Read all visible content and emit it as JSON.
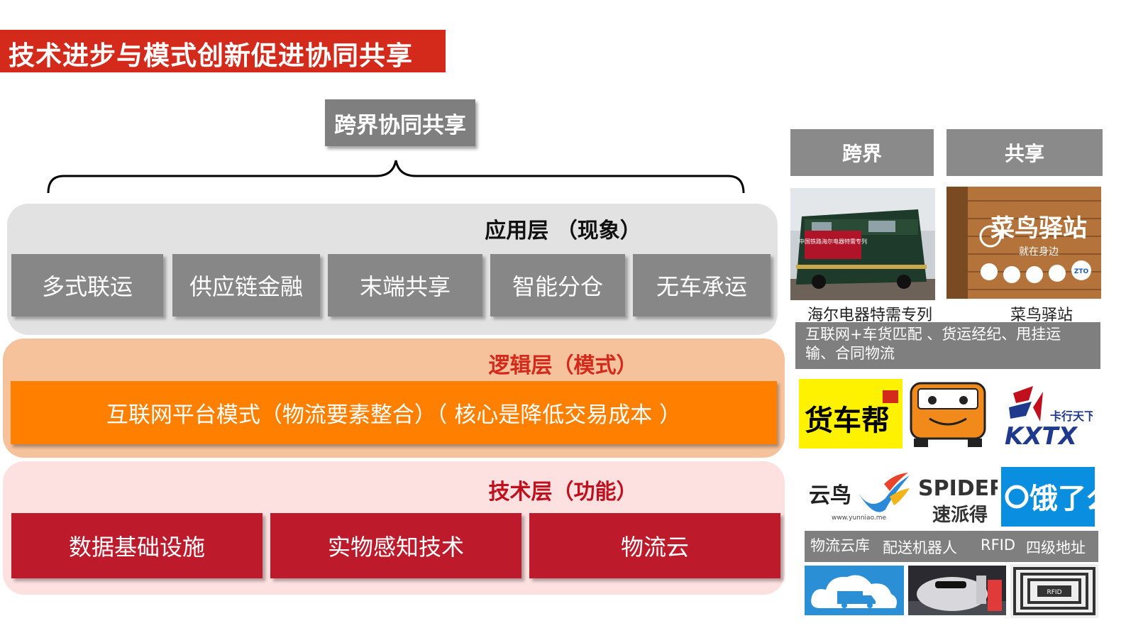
{
  "title": "技术进步与模式创新促进协同共享",
  "top_label": "跨界协同共享",
  "app_layer": {
    "title": "应用层 （现象）",
    "items": [
      "多式联运",
      "供应链金融",
      "末端共享",
      "智能分仓",
      "无车承运"
    ]
  },
  "logic_layer": {
    "title": "逻辑层（模式）",
    "bar": "互联网平台模式（物流要素整合）（  核心是降低交易成本  ）"
  },
  "tech_layer": {
    "title": "技术层（功能）",
    "items": [
      "数据基础设施",
      "实物感知技术",
      "物流云"
    ]
  },
  "right_panel": {
    "headers": [
      "跨界",
      "共享"
    ],
    "photo_texts": {
      "train_banner": "中国铁路海尔电器特需专列",
      "cainiao_sign": "菜鸟驿站",
      "cainiao_sub": "就在身边",
      "zto": "ZTO"
    },
    "captions": [
      "海尔电器特需专列",
      "菜鸟驿站"
    ],
    "desc_bar": "互联网+车货匹配 、货运经纪、甩挂运输、合同物流",
    "logos_row1": {
      "huochebang": "货车帮",
      "kxtx_cn": "卡行天下",
      "kxtx_en": "KXTX"
    },
    "logos_row2": {
      "yunniao": "云鸟",
      "yunniao_url": "www.yunniao.me",
      "spider": "SPIDER",
      "spider_cn": "速派得",
      "ele": "饿了么"
    },
    "tech_labels": [
      "物流云库",
      "配送机器人",
      "RFID",
      "四级地址"
    ],
    "rfid_tag": "RFID"
  },
  "colors": {
    "title_red": "#d42a1c",
    "gray": "#878787",
    "orange": "#ff7f00",
    "dark_red": "#bd1a2c"
  }
}
